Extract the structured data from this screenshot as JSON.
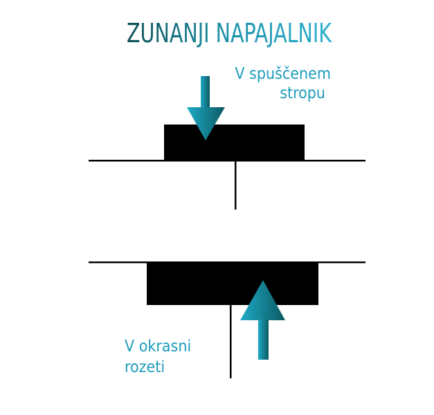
{
  "title": "ZUNANJI NAPAJALNIK",
  "top_label": {
    "line1": "V spuščenem",
    "line2": "stropu"
  },
  "bottom_label": {
    "line1": "V okrasni",
    "line2": "rozeti"
  },
  "colors": {
    "title_dark": "#0d4f55",
    "title_light": "#29a9c9",
    "arrow_light": "#1aa3c0",
    "arrow_dark": "#0b5e66",
    "label": "#1d9cba",
    "shape": "#000000"
  }
}
